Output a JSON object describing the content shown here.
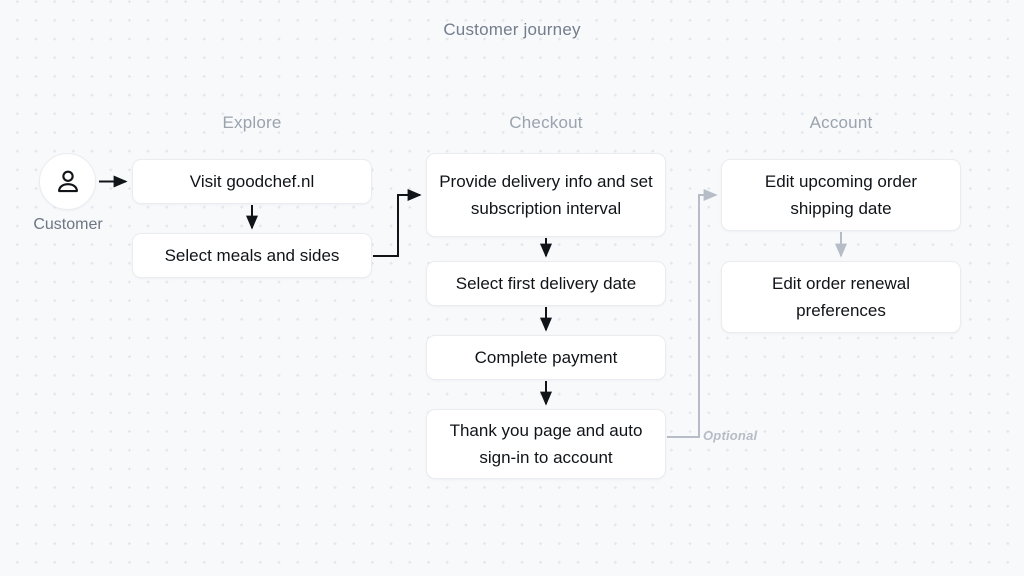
{
  "diagram": {
    "title": "Customer journey",
    "columns": [
      {
        "id": "explore",
        "label": "Explore"
      },
      {
        "id": "checkout",
        "label": "Checkout"
      },
      {
        "id": "account",
        "label": "Account"
      }
    ],
    "actor": {
      "label": "Customer",
      "icon": "user-icon"
    },
    "nodes": [
      {
        "id": "visit",
        "column": "explore",
        "label": "Visit goodchef.nl"
      },
      {
        "id": "select-meals",
        "column": "explore",
        "label": "Select meals and sides"
      },
      {
        "id": "provide-info",
        "column": "checkout",
        "label": "Provide delivery info and set subscription interval"
      },
      {
        "id": "first-delivery",
        "column": "checkout",
        "label": "Select first delivery date"
      },
      {
        "id": "payment",
        "column": "checkout",
        "label": "Complete payment"
      },
      {
        "id": "thank-you",
        "column": "checkout",
        "label": "Thank you page and auto sign-in to account"
      },
      {
        "id": "edit-shipping",
        "column": "account",
        "label": "Edit upcoming order shipping date"
      },
      {
        "id": "edit-renewal",
        "column": "account",
        "label": "Edit order renewal preferences"
      }
    ],
    "edges": [
      {
        "from": "customer",
        "to": "visit",
        "style": "solid-dark"
      },
      {
        "from": "visit",
        "to": "select-meals",
        "style": "solid-dark"
      },
      {
        "from": "select-meals",
        "to": "provide-info",
        "style": "solid-dark"
      },
      {
        "from": "provide-info",
        "to": "first-delivery",
        "style": "solid-dark"
      },
      {
        "from": "first-delivery",
        "to": "payment",
        "style": "solid-dark"
      },
      {
        "from": "payment",
        "to": "thank-you",
        "style": "solid-dark"
      },
      {
        "from": "thank-you",
        "to": "edit-shipping",
        "style": "solid-light",
        "label": "Optional"
      },
      {
        "from": "edit-shipping",
        "to": "edit-renewal",
        "style": "solid-light"
      }
    ],
    "optional_label": "Optional",
    "colors": {
      "background": "#f7f9fb",
      "dot_grid": "#e3e7ec",
      "node_fill": "#ffffff",
      "node_border": "#eaecef",
      "text_primary": "#101418",
      "title_text": "#737d8c",
      "column_title_text": "#9aa3ae",
      "edge_dark": "#111418",
      "edge_light": "#b6bdc6"
    }
  }
}
